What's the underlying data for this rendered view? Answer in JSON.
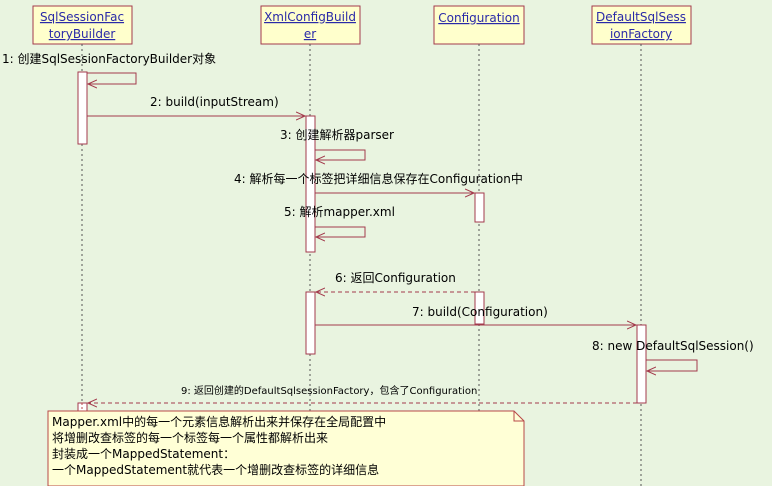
{
  "participants": [
    {
      "line1": "SqlSessionFac",
      "line2": "toryBuilder"
    },
    {
      "line1": "XmlConfigBuild",
      "line2": "er"
    },
    {
      "line1": "Configuration",
      "line2": ""
    },
    {
      "line1": "DefaultSqlSess",
      "line2": "ionFactory"
    }
  ],
  "messages": [
    "1: 创建SqlSessionFactoryBuilder对象",
    "2: build(inputStream)",
    "3: 创建解析器parser",
    "4: 解析每一个标签把详细信息保存在Configuration中",
    "5: 解析mapper.xml",
    "6: 返回Configuration",
    "7: build(Configuration)",
    "8: new DefaultSqlSession()",
    "9: 返回创建的DefaultSqlsessionFactory，包含了Configuration"
  ],
  "note": [
    "Mapper.xml中的每一个元素信息解析出来并保存在全局配置中",
    "将增删改查标签的每一个标签每一个属性都解析出来",
    "封装成一个MappedStatement：",
    "一个MappedStatement就代表一个增删改查标签的详细信息"
  ],
  "colors": {
    "background": "#e9f4e0",
    "box_fill": "#ffffcc",
    "line": "#a33a4c",
    "participant_text": "#2a2aa8",
    "note_fill": "#ffffd6",
    "note_border": "#b84848"
  }
}
